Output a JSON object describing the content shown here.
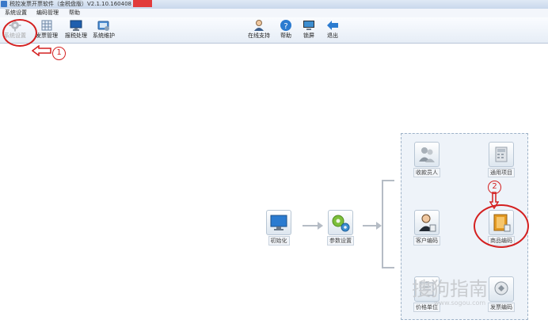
{
  "window": {
    "title": "税控发票开票软件（金税盘版）V2.1.10.160408"
  },
  "menu": [
    "系统设置",
    "编码管理",
    "帮助"
  ],
  "toolbar": {
    "left": [
      {
        "label": "系统设置",
        "icon": "gear-icon"
      },
      {
        "label": "发票管理",
        "icon": "invoice-icon"
      },
      {
        "label": "报税处理",
        "icon": "monitor-icon"
      },
      {
        "label": "系统维护",
        "icon": "maintenance-icon"
      }
    ],
    "right": [
      {
        "label": "在线支持",
        "icon": "support-person-icon"
      },
      {
        "label": "帮助",
        "icon": "help-icon"
      },
      {
        "label": "锁屏",
        "icon": "lock-screen-icon"
      },
      {
        "label": "退出",
        "icon": "exit-arrow-icon"
      }
    ]
  },
  "flow": {
    "init": "初始化",
    "params": "参数设置",
    "panel": {
      "items": [
        {
          "label": "收款员人",
          "icon": "people-icon"
        },
        {
          "label": "通用项目",
          "icon": "calculator-icon"
        },
        {
          "label": "客户编码",
          "icon": "customer-icon"
        },
        {
          "label": "商品编码",
          "icon": "product-code-icon"
        },
        {
          "label": "价格单位",
          "icon": "unit-icon"
        },
        {
          "label": "发票编码",
          "icon": "invoice-code-icon"
        }
      ]
    }
  },
  "annotations": {
    "step1": "1",
    "step2": "2"
  },
  "watermark": {
    "text": "搜狗指南",
    "url": "www.sogou.com"
  },
  "colors": {
    "annotation": "#d42020",
    "flow_arrow": "#b5bcc5",
    "accent": "#3a78c8"
  }
}
